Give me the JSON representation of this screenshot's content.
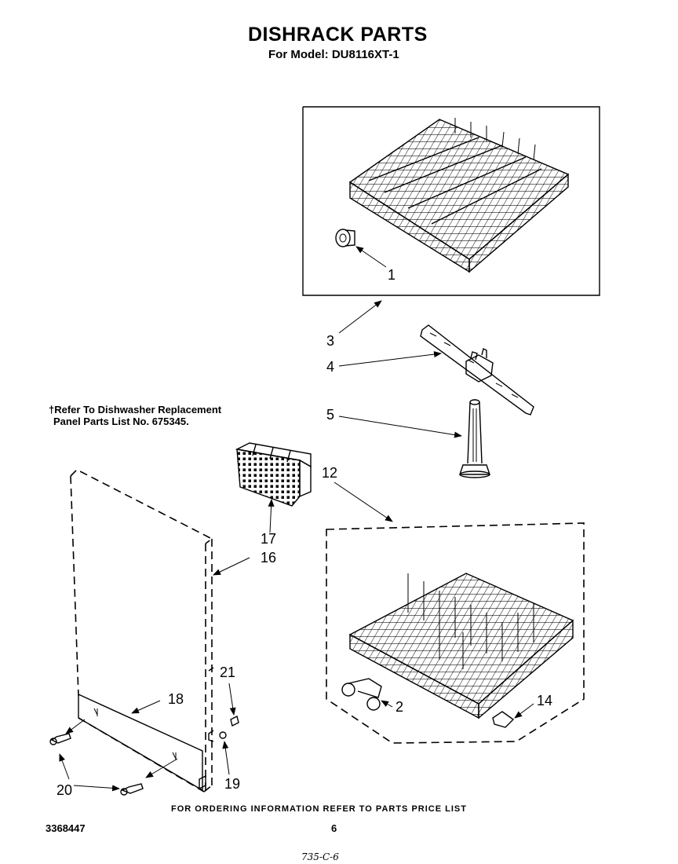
{
  "header": {
    "title": "DISHRACK PARTS",
    "subtitle": "For Model: DU8116XT-1"
  },
  "note": {
    "line1": "†Refer To Dishwasher Replacement",
    "line2": "Panel Parts List No. 675345."
  },
  "callouts": {
    "c1": "1",
    "c2": "2",
    "c3": "3",
    "c4": "4",
    "c5": "5",
    "c12": "12",
    "c14": "14",
    "c16": "16",
    "c17": "17",
    "c18": "18",
    "c19": "19",
    "c20": "20",
    "c21": "21"
  },
  "footer": {
    "ordering": "FOR ORDERING INFORMATION REFER TO PARTS PRICE LIST",
    "doc_number": "3368447",
    "page_number": "6",
    "handwritten": "735-C-6"
  }
}
